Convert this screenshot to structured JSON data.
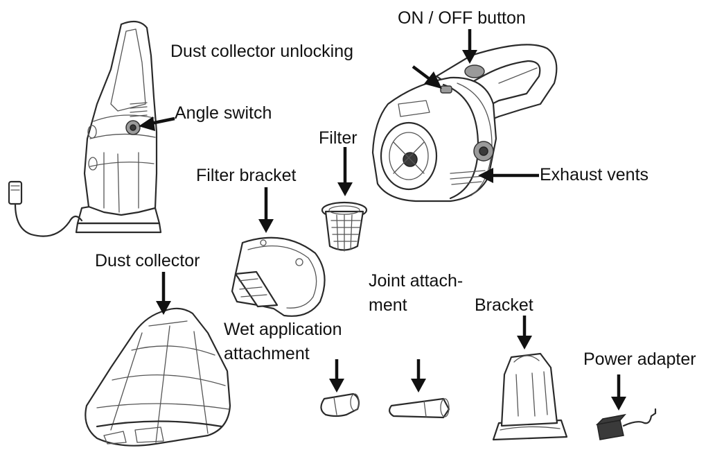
{
  "labels": {
    "on_off_button": "ON / OFF button",
    "dust_collector_unlocking": "Dust collector unlocking",
    "angle_switch": "Angle switch",
    "filter": "Filter",
    "filter_bracket": "Filter bracket",
    "exhaust_vents": "Exhaust vents",
    "dust_collector": "Dust collector",
    "joint_attachment_line1": "Joint attach-",
    "joint_attachment_line2": "ment",
    "bracket": "Bracket",
    "wet_application_line1": "Wet application",
    "wet_application_line2": "attachment",
    "power_adapter": "Power adapter"
  },
  "icons": [
    "arrow-down-icon",
    "arrow-left-icon",
    "arrow-diagonal-icon"
  ],
  "colors": {
    "ink": "#111111",
    "line_art": "#2a2a2a",
    "background": "#ffffff"
  }
}
